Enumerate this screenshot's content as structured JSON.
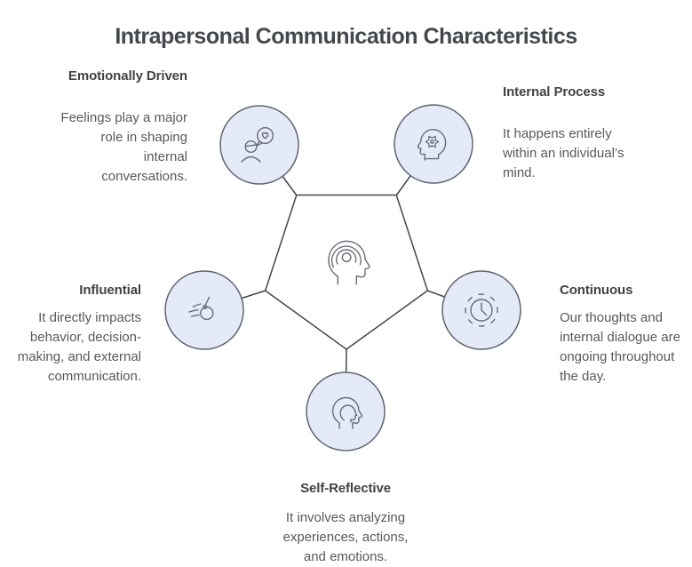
{
  "title": "Intrapersonal Communication Characteristics",
  "colors": {
    "bg": "#ffffff",
    "node_fill": "#e4eaf8",
    "node_stroke": "#5f6570",
    "connector": "#43474d",
    "icon": "#686d74",
    "heading": "#3f4347",
    "body": "#56595e",
    "title": "#44484c"
  },
  "center": {
    "icon": "mind-head-icon"
  },
  "nodes": [
    {
      "id": "emotionally-driven",
      "heading": "Emotionally Driven",
      "body": "Feelings play a major\nrole in shaping\ninternal\nconversations.",
      "icon": "person-heart-speech-icon",
      "position": "top-left"
    },
    {
      "id": "internal-process",
      "heading": "Internal Process",
      "body": "It happens entirely\nwithin an individual’s\nmind.",
      "icon": "head-gear-icon",
      "position": "top-right"
    },
    {
      "id": "influential",
      "heading": "Influential",
      "body": "It directly impacts\nbehavior, decision-\nmaking, and external\ncommunication.",
      "icon": "pendulum-icon",
      "position": "left"
    },
    {
      "id": "continuous",
      "heading": "Continuous",
      "body": "Our thoughts and\ninternal dialogue are\nongoing throughout\nthe day.",
      "icon": "clock-cycle-icon",
      "position": "right"
    },
    {
      "id": "self-reflective",
      "heading": "Self-Reflective",
      "body": "It involves analyzing\nexperiences, actions,\nand emotions.",
      "icon": "nested-heads-icon",
      "position": "bottom"
    }
  ]
}
